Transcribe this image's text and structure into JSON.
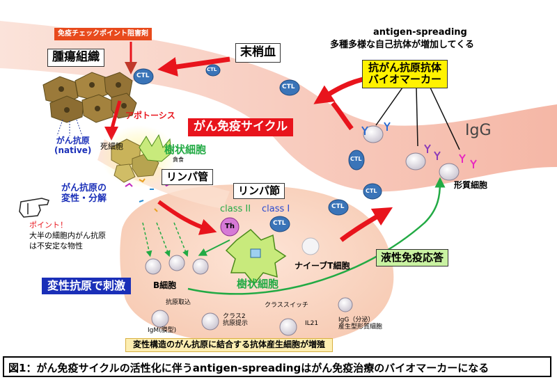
{
  "labels": {
    "checkpoint_inhibitor": "免疫チェックポイント阻害剤",
    "tumor_tissue": "腫瘍組織",
    "peripheral_blood": "末梢血",
    "antigen_spreading_title": "antigen-spreading",
    "antigen_spreading_sub": "多種多様な自己抗体が増加してくる",
    "biomarker_line1": "抗がん抗原抗体",
    "biomarker_line2": "バイオマーカー",
    "ctl": "CTL",
    "apoptosis": "アポトーシス",
    "cancer_immunity_cycle": "がん免疫サイクル",
    "igg_big": "IgG",
    "cancer_antigen_native_1": "がん抗原",
    "cancer_antigen_native_2": "(native)",
    "dead_cell": "死細胞",
    "dendritic_cell_top": "樹状細胞",
    "phagocytosis": "貪食",
    "lymph_vessel": "リンパ管",
    "plasma_cell": "形質細胞",
    "denaturation_1": "がん抗原の",
    "denaturation_2": "変性・分解",
    "lymph_node": "リンパ節",
    "class2": "class II",
    "class1": "class I",
    "th": "Th",
    "point_title": "ポイント！",
    "point_line1": "大半の細胞内がん抗原",
    "point_line2": "は不安定な物性",
    "naive_t": "ナイーブT細胞",
    "humoral_response": "液性免疫応答",
    "denatured_stimulation": "変性抗原で刺激",
    "b_cell": "B細胞",
    "dendritic_cell_bottom": "樹状細胞",
    "antigen_uptake": "抗原取込",
    "class_switch": "クラススイッチ",
    "class2_presentation_1": "クラス2",
    "class2_presentation_2": "抗原提示",
    "il21": "IL21",
    "igg_secret_1": "IgG（分泌）",
    "igg_secret_2": "産生型形質細胞",
    "igm_membrane": "IgM(膜型)",
    "bottom_banner": "変性構造のがん抗原に結合する抗体産生細胞が増殖",
    "caption": "図1：がん免疫サイクルの活性化に伴うantigen-spreadingはがん免疫治療のバイオマーカーになる"
  },
  "colors": {
    "red_arrow": "#e8141c",
    "green_arrow": "#22aa44",
    "ctl_blue": "#3a74b8",
    "band_pink": "#f7c3b3",
    "node_peach": "#f9d8c4",
    "yellow_box": "#fff200",
    "blue_box": "#1a2fb8",
    "green_box": "#c9f2a2",
    "dc_green": "#c8ea7c"
  }
}
